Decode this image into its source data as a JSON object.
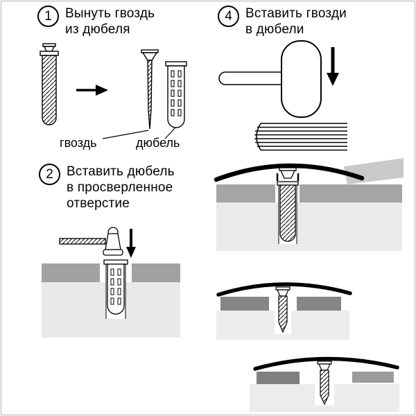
{
  "steps": {
    "s1": {
      "num": "1",
      "l1": "Вынуть гвоздь",
      "l2": "из дюбеля"
    },
    "s2": {
      "num": "2",
      "l1": "Вставить дюбель",
      "l2": "в просверленное",
      "l3": "отверстие"
    },
    "s4": {
      "num": "4",
      "l1": "Вставить гвозди",
      "l2": "в дюбели"
    }
  },
  "part_labels": {
    "nail": "гвоздь",
    "dowel": "дюбель"
  },
  "colors": {
    "ink": "#000000",
    "background": "#ffffff",
    "floor_top_layer": "#a2a2a2",
    "floor_base": "#e9e9e9",
    "dark_layer": "#7f7f7f",
    "panel": "#c9c9c9"
  }
}
